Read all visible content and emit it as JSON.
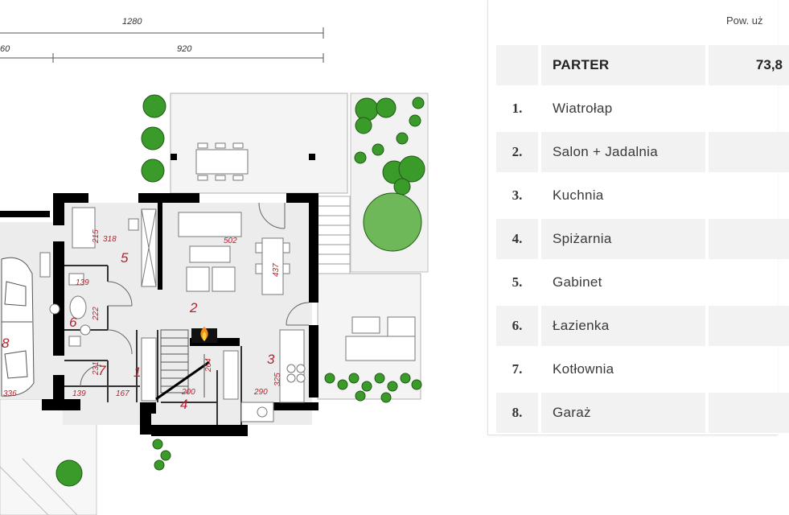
{
  "dimensions": {
    "total_width": "1280",
    "partial_left": "60",
    "partial_right": "920"
  },
  "rooms": [
    {
      "num": "1",
      "label": "1"
    },
    {
      "num": "2",
      "label": "2"
    },
    {
      "num": "3",
      "label": "3"
    },
    {
      "num": "4",
      "label": "4"
    },
    {
      "num": "5",
      "label": "5"
    },
    {
      "num": "6",
      "label": "6"
    },
    {
      "num": "7",
      "label": "7"
    },
    {
      "num": "8",
      "label": "8"
    }
  ],
  "room_dims": {
    "d215": "215",
    "d318": "318",
    "d502": "502",
    "d437": "437",
    "d139a": "139",
    "d222": "222",
    "d264": "264",
    "d325": "325",
    "d231": "231",
    "d139b": "139",
    "d167": "167",
    "d200": "200",
    "d290": "290",
    "d336": "336"
  },
  "area_table": {
    "header": "Pow. uż",
    "level": {
      "name": "PARTER",
      "area": "73,8"
    },
    "rooms": [
      {
        "num": "1.",
        "name": "Wiatrołap"
      },
      {
        "num": "2.",
        "name": "Salon + Jadalnia"
      },
      {
        "num": "3.",
        "name": "Kuchnia"
      },
      {
        "num": "4.",
        "name": "Spiżarnia"
      },
      {
        "num": "5.",
        "name": "Gabinet"
      },
      {
        "num": "6.",
        "name": "Łazienka"
      },
      {
        "num": "7.",
        "name": "Kotłownia"
      },
      {
        "num": "8.",
        "name": "Garaż"
      }
    ]
  },
  "colors": {
    "wall": "#000000",
    "room_number": "#b8202f",
    "plant": "#3a9a2a",
    "shaded_row": "#f2f2f2"
  }
}
